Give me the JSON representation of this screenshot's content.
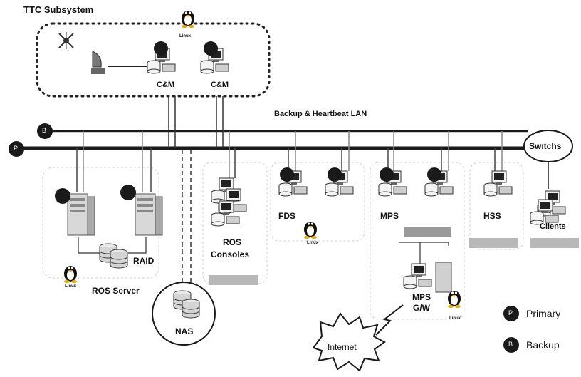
{
  "title": "TTC Subsystem",
  "os_label": "Linux",
  "badge_primary": "P",
  "badge_backup": "B",
  "lan_label": "Backup & Heartbeat LAN",
  "switch_label": "Switchs",
  "labels": {
    "cm1": "C&M",
    "cm2": "C&M",
    "ros_consoles_line1": "ROS",
    "ros_consoles_line2": "Consoles",
    "fds": "FDS",
    "mps": "MPS",
    "hss": "HSS",
    "clients": "Clients",
    "raid": "RAID",
    "ros_server": "ROS Server",
    "nas": "NAS",
    "mps_gw_line1": "MPS",
    "mps_gw_line2": "G/W",
    "internet": "Internet"
  },
  "legend": {
    "primary": "Primary",
    "backup": "Backup"
  },
  "colors": {
    "line": "#1a1a1a",
    "badge_fill": "#1a1a1a",
    "group_border": "#cccccc"
  }
}
